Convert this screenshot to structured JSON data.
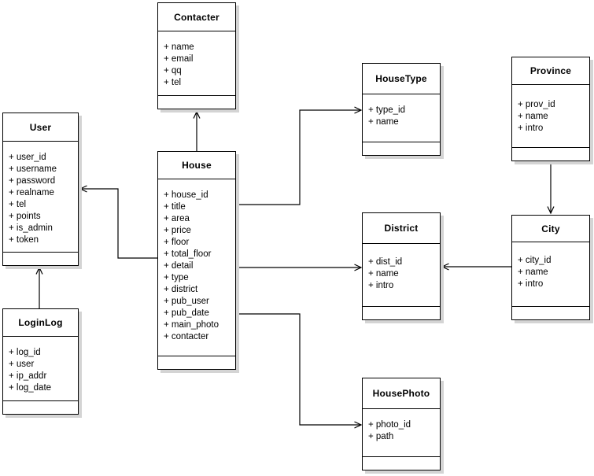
{
  "classes": {
    "contacter": {
      "name": "Contacter",
      "attrs": [
        "+ name",
        "+ email",
        "+ qq",
        "+ tel"
      ]
    },
    "user": {
      "name": "User",
      "attrs": [
        "+ user_id",
        "+ username",
        "+ password",
        "+ realname",
        "+ tel",
        "+ points",
        "+ is_admin",
        "+ token"
      ]
    },
    "house": {
      "name": "House",
      "attrs": [
        "+ house_id",
        "+ title",
        "+ area",
        "+ price",
        "+ floor",
        "+ total_floor",
        "+ detail",
        "+ type",
        "+ district",
        "+ pub_user",
        "+ pub_date",
        "+ main_photo",
        "+ contacter"
      ]
    },
    "housetype": {
      "name": "HouseType",
      "attrs": [
        "+ type_id",
        "+ name"
      ]
    },
    "province": {
      "name": "Province",
      "attrs": [
        "+ prov_id",
        "+ name",
        "+ intro"
      ]
    },
    "district": {
      "name": "District",
      "attrs": [
        "+ dist_id",
        "+ name",
        "+ intro"
      ]
    },
    "city": {
      "name": "City",
      "attrs": [
        "+ city_id",
        "+ name",
        "+ intro"
      ]
    },
    "loginlog": {
      "name": "LoginLog",
      "attrs": [
        "+ log_id",
        "+ user",
        "+ ip_addr",
        "+ log_date"
      ]
    },
    "housephoto": {
      "name": "HousePhoto",
      "attrs": [
        "+ photo_id",
        "+ path"
      ]
    }
  },
  "relations": [
    {
      "from": "House",
      "to": "Contacter"
    },
    {
      "from": "House",
      "to": "User"
    },
    {
      "from": "House",
      "to": "HouseType"
    },
    {
      "from": "House",
      "to": "District"
    },
    {
      "from": "House",
      "to": "HousePhoto"
    },
    {
      "from": "LoginLog",
      "to": "User"
    },
    {
      "from": "Province",
      "to": "City"
    },
    {
      "from": "City",
      "to": "District"
    }
  ],
  "colors": {
    "background": "#ffffff",
    "box_fill": "#ffffff",
    "box_border": "#000000",
    "shadow": "#d4d4d4",
    "line": "#000000"
  }
}
